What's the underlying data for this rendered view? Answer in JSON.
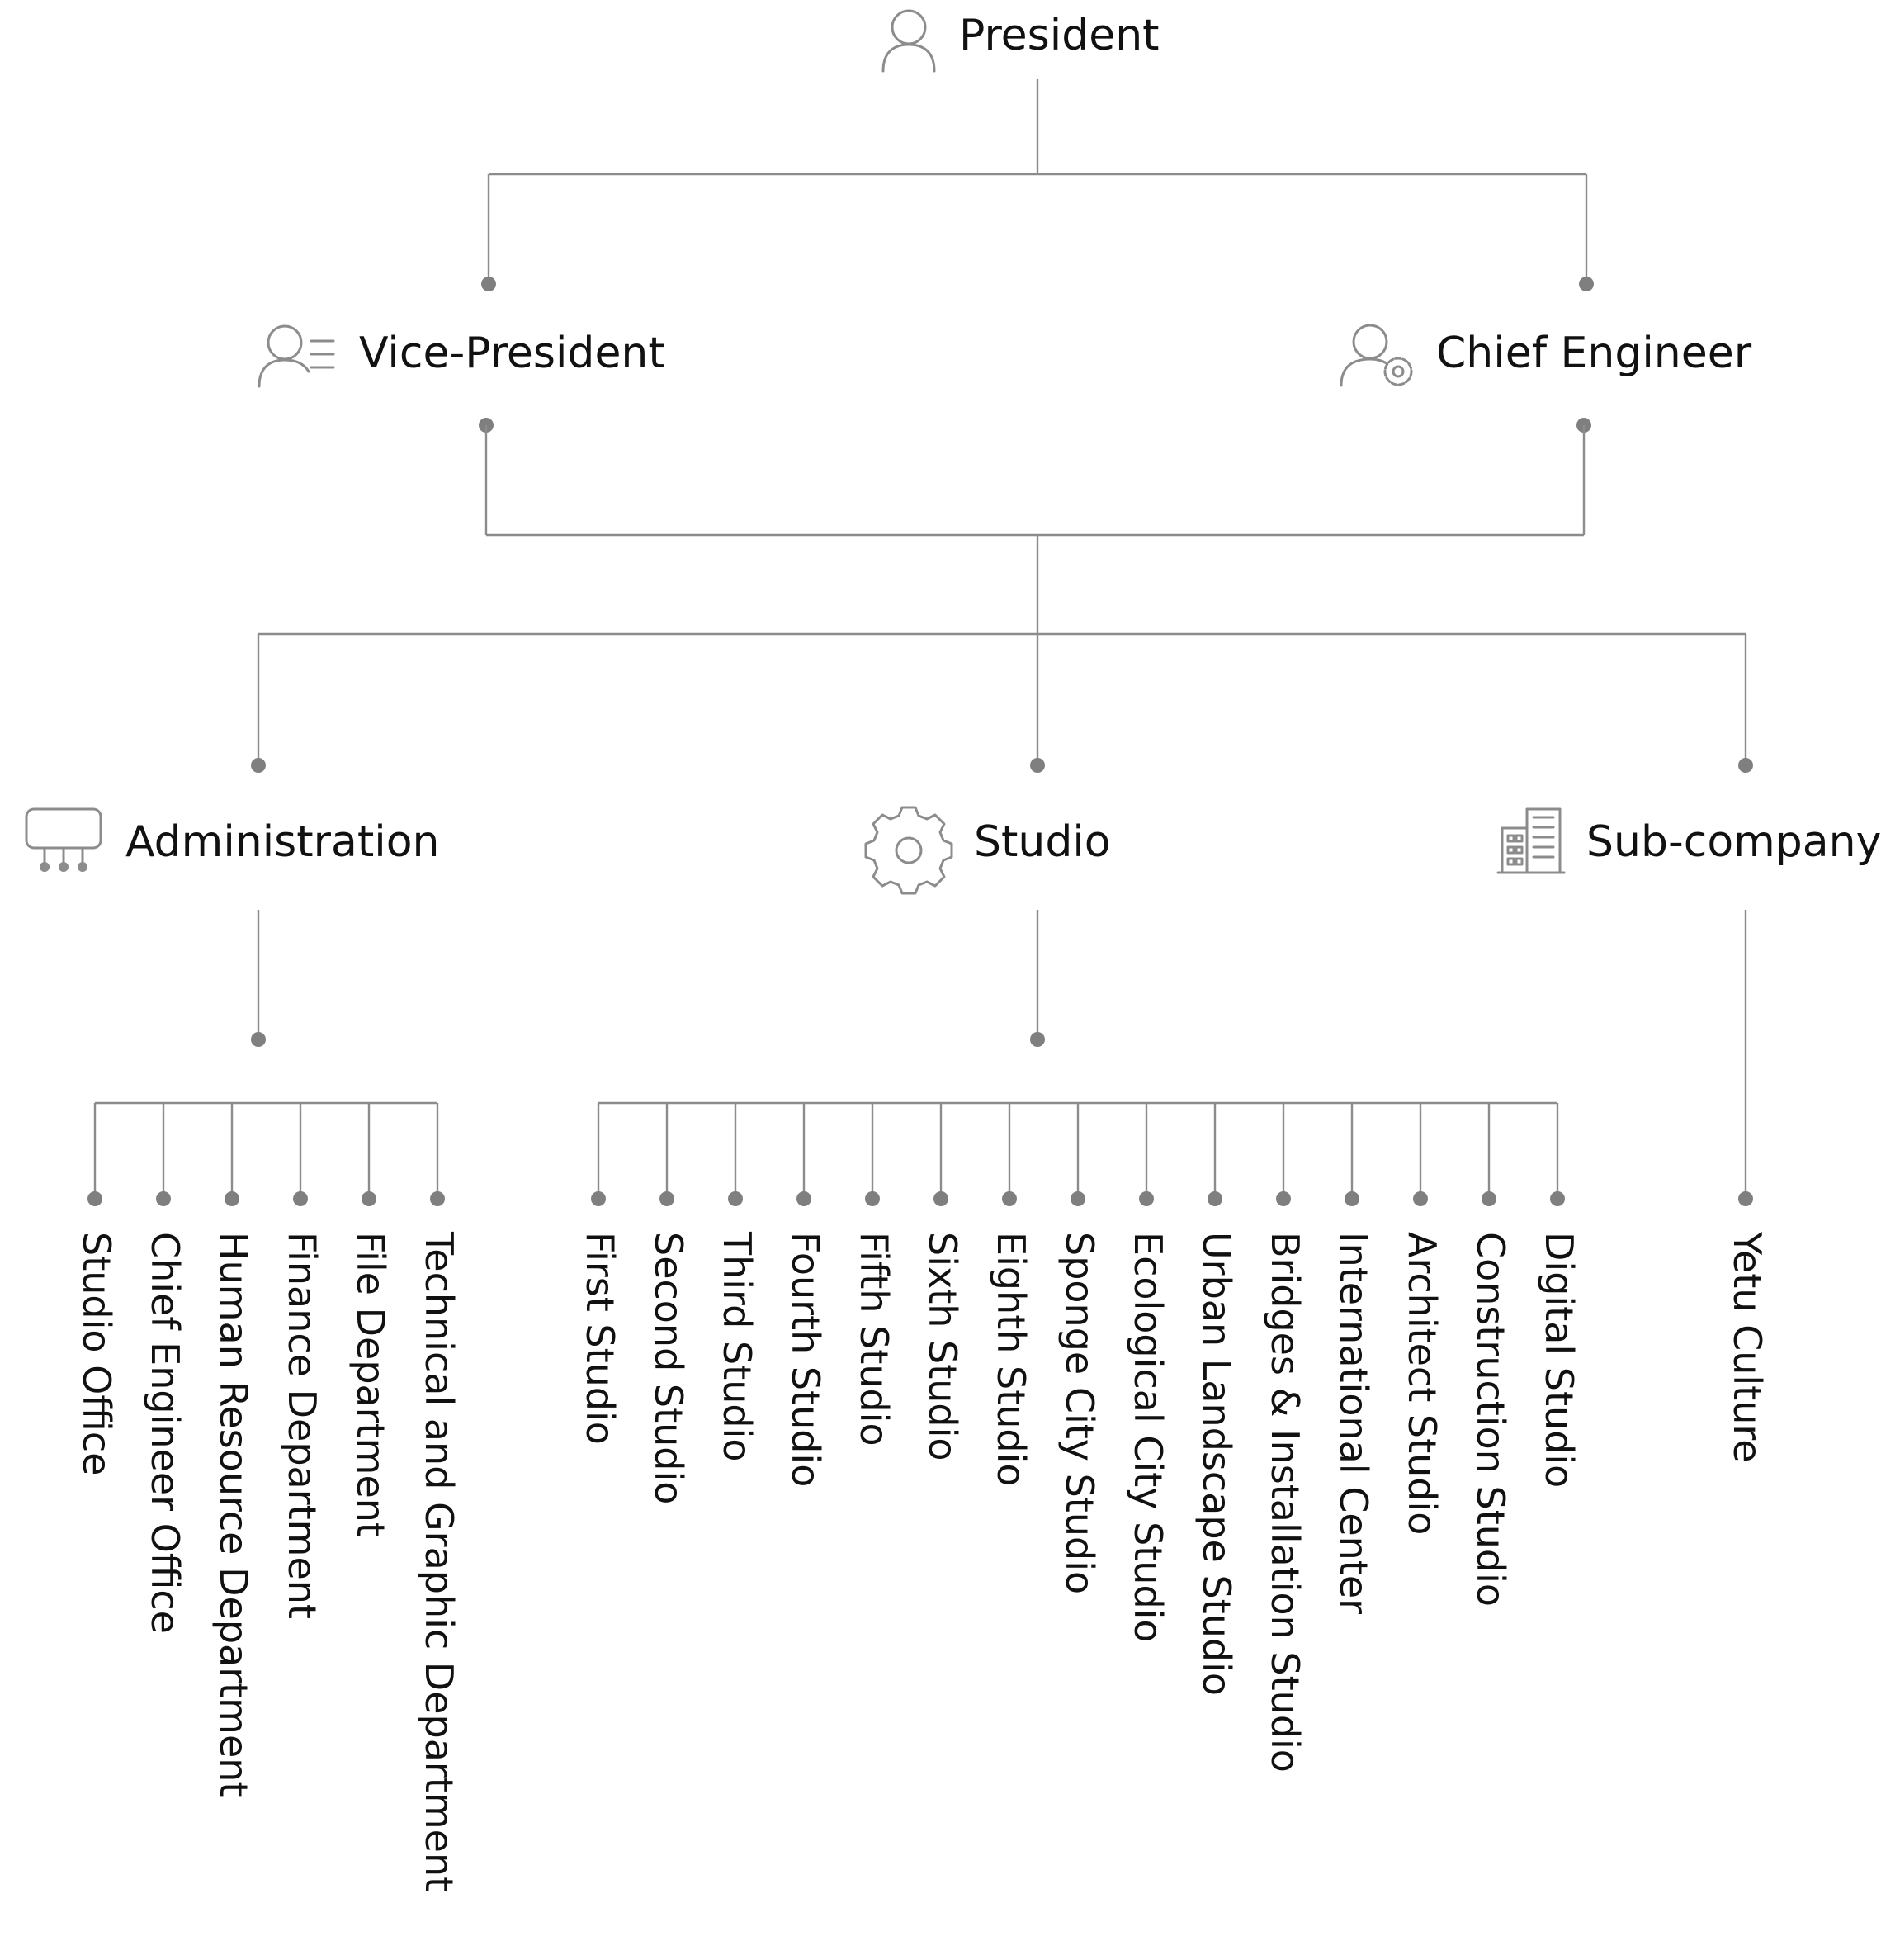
{
  "nodes": {
    "president": {
      "label": "President",
      "icon": "person-icon"
    },
    "vice_president": {
      "label": "Vice-President",
      "icon": "person-list-icon"
    },
    "chief_engineer": {
      "label": "Chief Engineer",
      "icon": "person-gear-icon"
    },
    "administration": {
      "label": "Administration",
      "icon": "network-board-icon"
    },
    "studio": {
      "label": "Studio",
      "icon": "gear-icon"
    },
    "sub_company": {
      "label": "Sub-company",
      "icon": "building-icon"
    }
  },
  "administration_units": [
    "Studio Office",
    "Chief Engineer Office",
    "Human Resource Department",
    "Finance Department",
    "File Department",
    "Technical and Graphic Department"
  ],
  "studio_units": [
    "First Studio",
    "Second Studio",
    "Third Studio",
    "Fourth Studio",
    "Fifth Studio",
    "Sixth Studio",
    "Eighth Studio",
    "Sponge City Studio",
    "Ecological City Studio",
    "Urban Landscape Studio",
    "Bridges & Installation Studio",
    "International Center",
    "Architect Studio",
    "Construction Studio",
    "Digital Studio"
  ],
  "sub_company_units": [
    "Yetu Culture"
  ],
  "colors": {
    "connector": "#8c8c8c",
    "text": "#111111"
  }
}
